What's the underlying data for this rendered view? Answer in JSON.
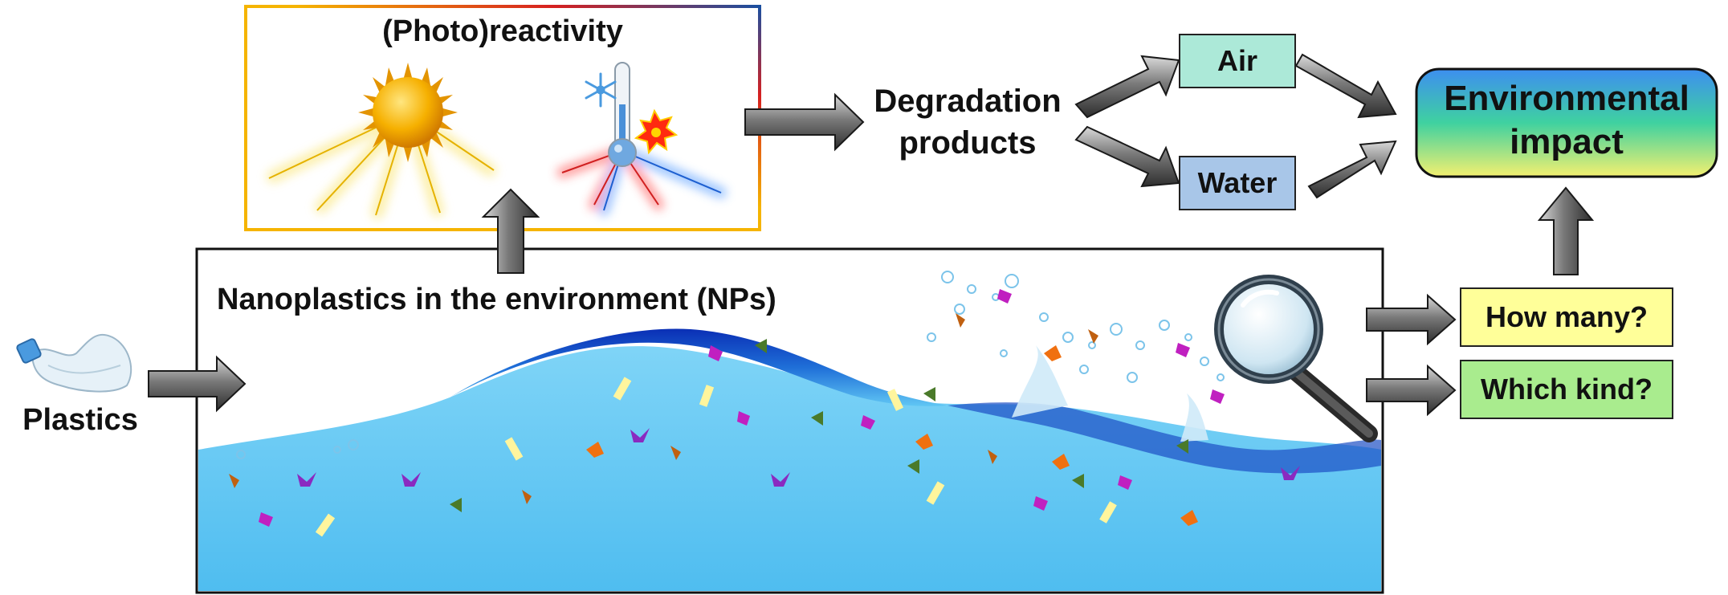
{
  "photoreactivity": {
    "title": "(Photo)reactivity"
  },
  "environment": {
    "title": "Nanoplastics in the environment (NPs)"
  },
  "source": {
    "label": "Plastics"
  },
  "degradation": {
    "line1": "Degradation",
    "line2": "products"
  },
  "compartments": {
    "air": "Air",
    "water": "Water"
  },
  "impact": {
    "line1": "Environmental",
    "line2": "impact"
  },
  "questions": {
    "how_many": "How many?",
    "which_kind": "Which kind?"
  },
  "colors": {
    "air_box": "#ace9d8",
    "water_box": "#a8c6e8",
    "question_yellow": "#ffff99",
    "question_green": "#a9ec8e",
    "impact_top": "#3d8ef0",
    "impact_bottom": "#f4f070",
    "water": "#5cc4f2",
    "frame_gradient": [
      "#f5b400",
      "#d62020",
      "#1a4fa0"
    ]
  },
  "icons": [
    "sun-icon",
    "thermometer-icon",
    "snowflake-icon",
    "heat-burst-icon",
    "magnifier-icon",
    "plastic-bottle-icon",
    "water-wave-icon"
  ]
}
